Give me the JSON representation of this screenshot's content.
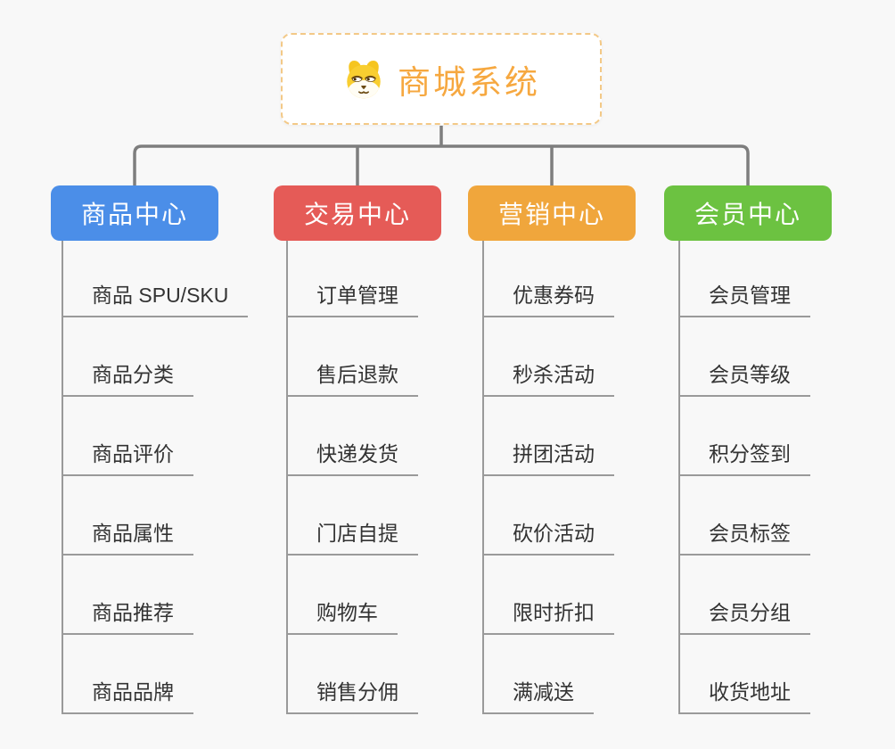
{
  "root": {
    "title": "商城系统",
    "icon": "dog-icon"
  },
  "branches": [
    {
      "label": "商品中心",
      "color": "#4b8ee8",
      "children": [
        "商品 SPU/SKU",
        "商品分类",
        "商品评价",
        "商品属性",
        "商品推荐",
        "商品品牌"
      ]
    },
    {
      "label": "交易中心",
      "color": "#e55b57",
      "children": [
        "订单管理",
        "售后退款",
        "快递发货",
        "门店自提",
        "购物车",
        "销售分佣"
      ]
    },
    {
      "label": "营销中心",
      "color": "#f0a63c",
      "children": [
        "优惠券码",
        "秒杀活动",
        "拼团活动",
        "砍价活动",
        "限时折扣",
        "满减送"
      ]
    },
    {
      "label": "会员中心",
      "color": "#6cc241",
      "children": [
        "会员管理",
        "会员等级",
        "积分签到",
        "会员标签",
        "会员分组",
        "收货地址"
      ]
    }
  ],
  "colors": {
    "background": "#f8f8f8",
    "root_border": "#f3c987",
    "root_title": "#f6a840",
    "connector": "#7e7e7e",
    "leaf_line": "#9a9a9a",
    "leaf_text": "#333333"
  }
}
